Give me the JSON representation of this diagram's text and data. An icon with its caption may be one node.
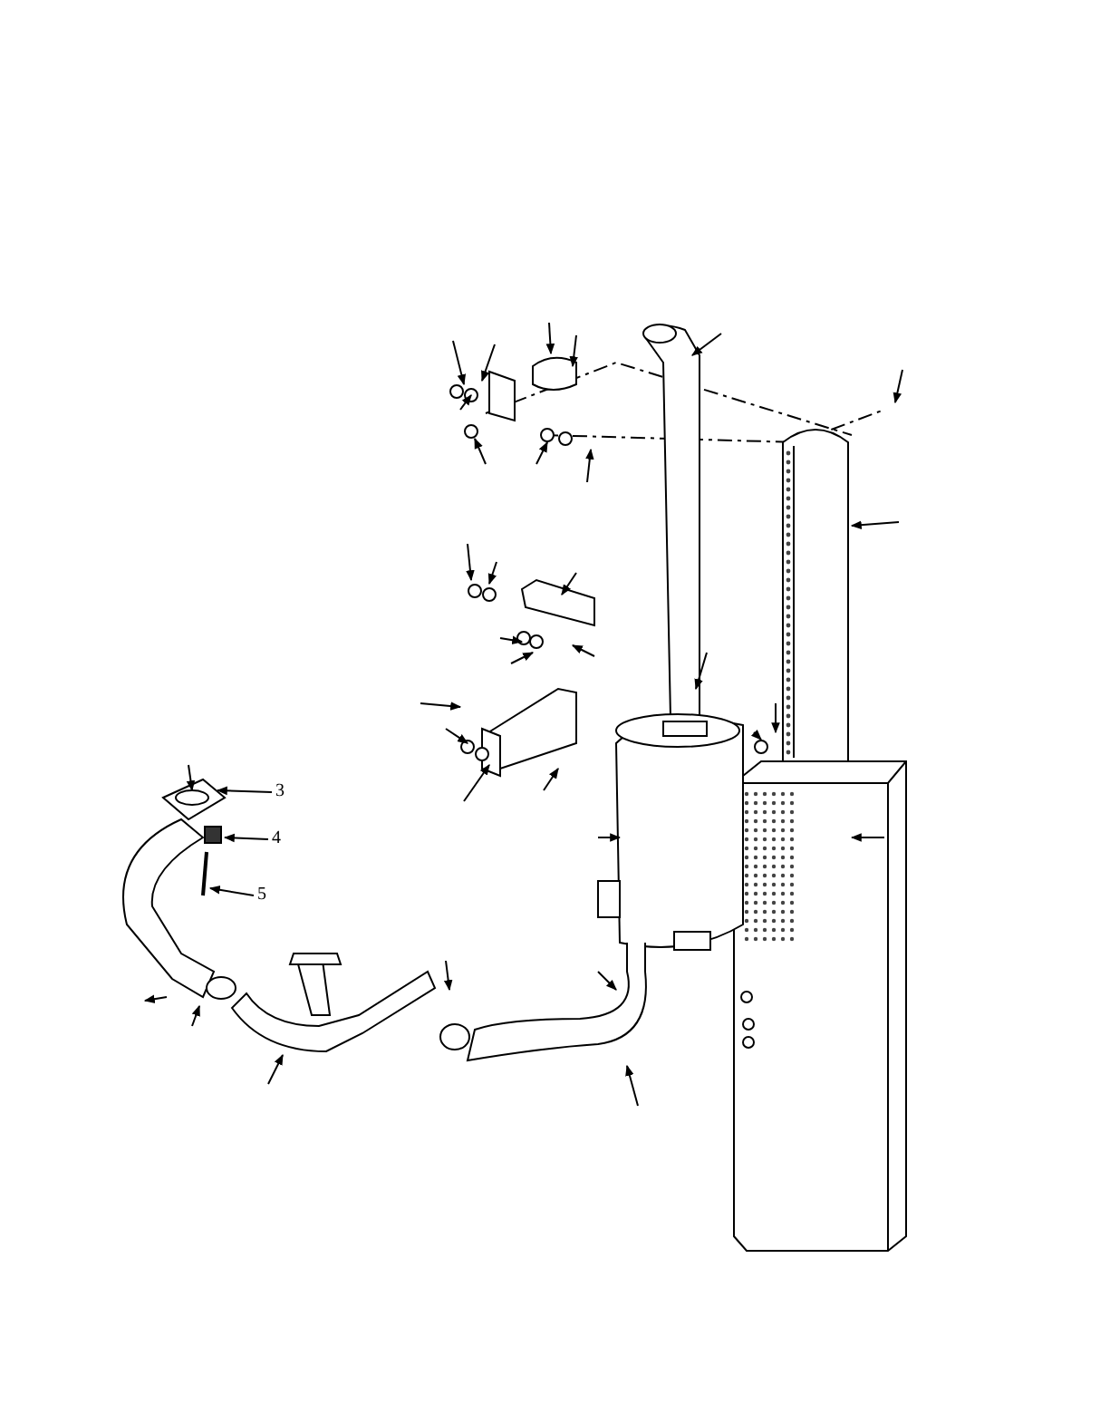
{
  "diagram": {
    "nodes": [
      {
        "text": [
          "3"
        ]
      },
      {
        "text": [
          "4"
        ]
      },
      {
        "text": [
          "5"
        ]
      }
    ],
    "edges": [
      {
        "from": 0,
        "to": null,
        "arrow": "to"
      },
      {
        "from": 1,
        "to": null,
        "arrow": "to"
      },
      {
        "from": 2,
        "to": null,
        "arrow": "to"
      }
    ]
  }
}
